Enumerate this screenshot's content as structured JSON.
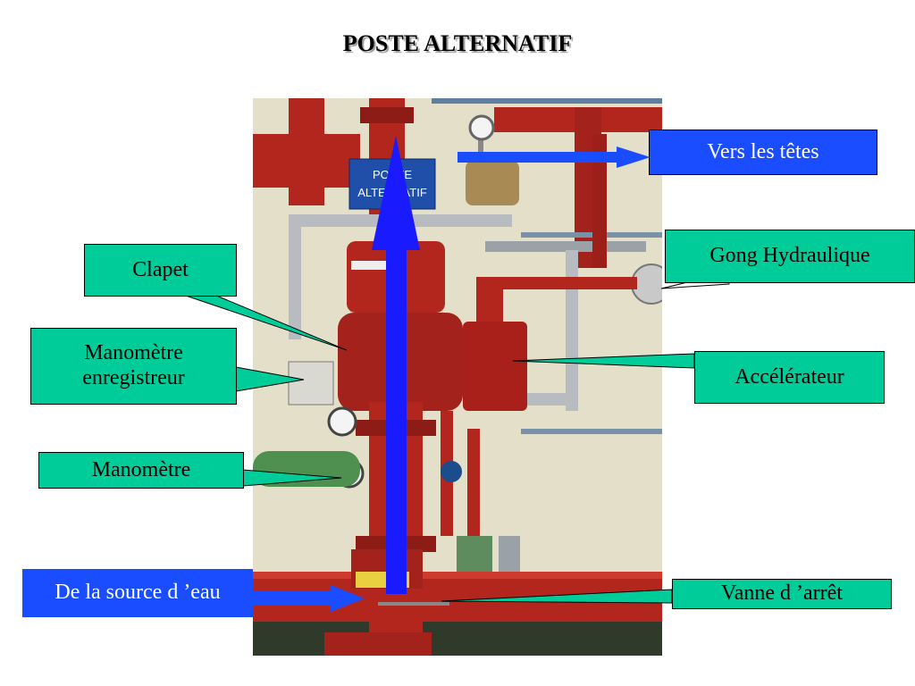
{
  "title": "POSTE ALTERNATIF",
  "photo": {
    "sign_line1": "POSTE",
    "sign_line2": "ALTERNATIF",
    "alt": "installation sprinkler - poste alternatif"
  },
  "labels": {
    "vers_les_tetes": "Vers les têtes",
    "gong": "Gong Hydraulique",
    "clapet": "Clapet",
    "manometre_enregistreur_l1": "Manomètre",
    "manometre_enregistreur_l2": "enregistreur",
    "accelerateur": "Accélérateur",
    "manometre": "Manomètre",
    "source": "De la source d ’eau",
    "vanne": "Vanne d ’arrêt"
  },
  "colors": {
    "label_green": "#00cc99",
    "label_blue": "#1a4dff",
    "arrow_blue": "#1a1aff",
    "pipe_red": "#b3261e",
    "pipe_green": "#4f8f4f"
  }
}
